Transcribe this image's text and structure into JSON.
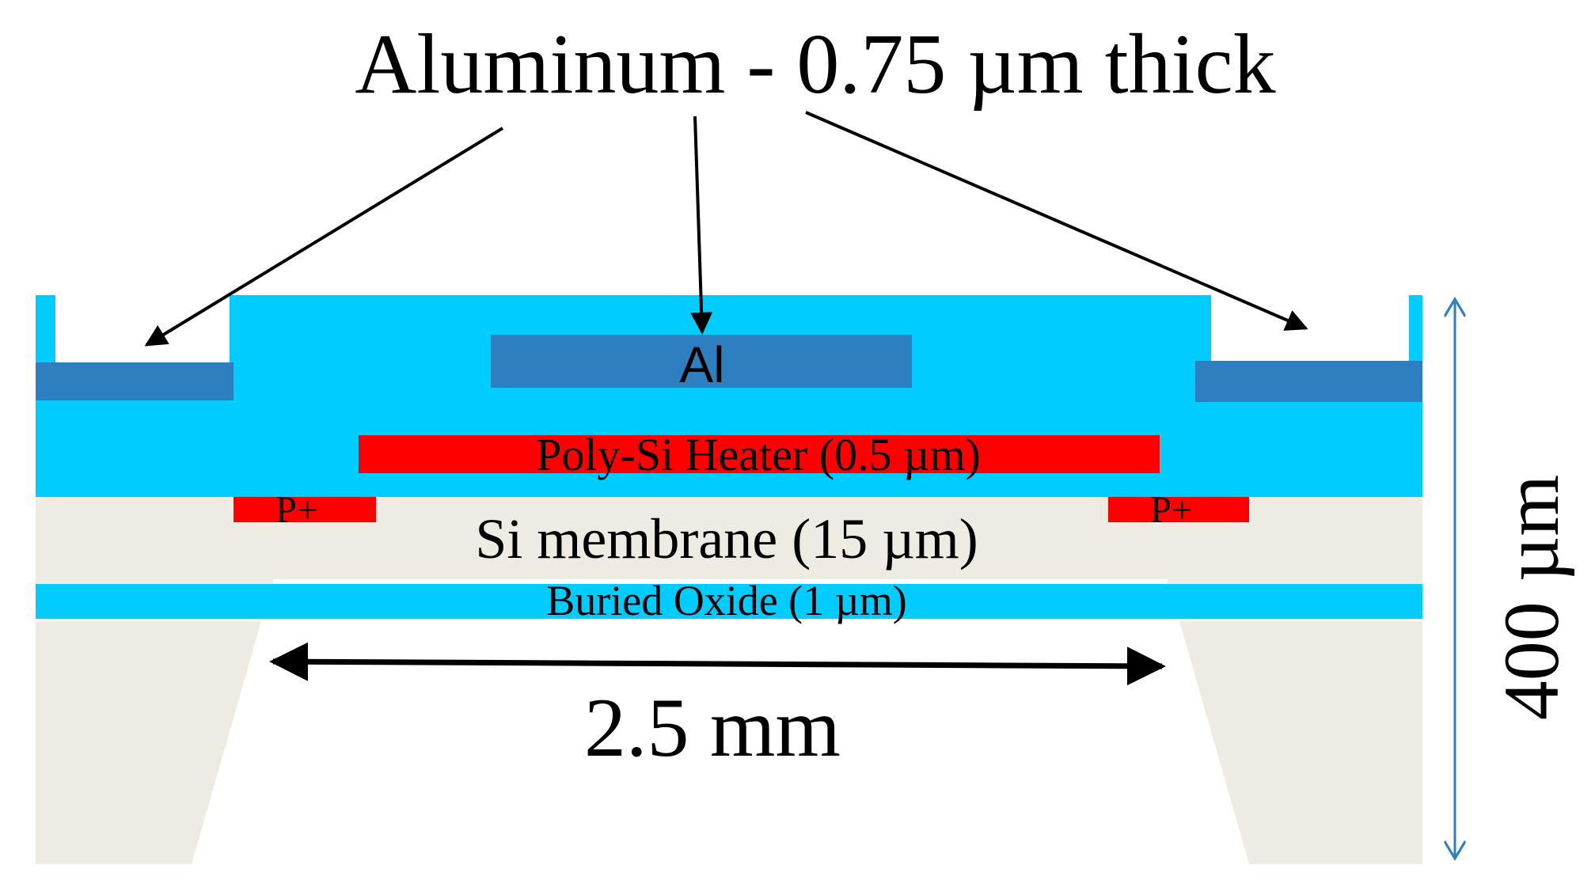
{
  "labels": {
    "aluminum_callout": "Aluminum - 0.75 µm thick",
    "al_layer": "Al",
    "heater": "Poly-Si Heater (0.5 µm)",
    "p_plus_left": "P+",
    "p_plus_right": "P+",
    "membrane": "Si membrane (15 µm)",
    "buried_oxide": "Buried Oxide (1 µm)",
    "width_dimension": "2.5 mm",
    "height_dimension": "400 µm"
  },
  "colors": {
    "oxide": "#00CCFF",
    "aluminum": "#2E7FBF",
    "heater": "#FF0000",
    "silicon": "#EDEBE2",
    "dimension_arrow_vertical": "#2E7FBF",
    "arrow": "#000000"
  }
}
